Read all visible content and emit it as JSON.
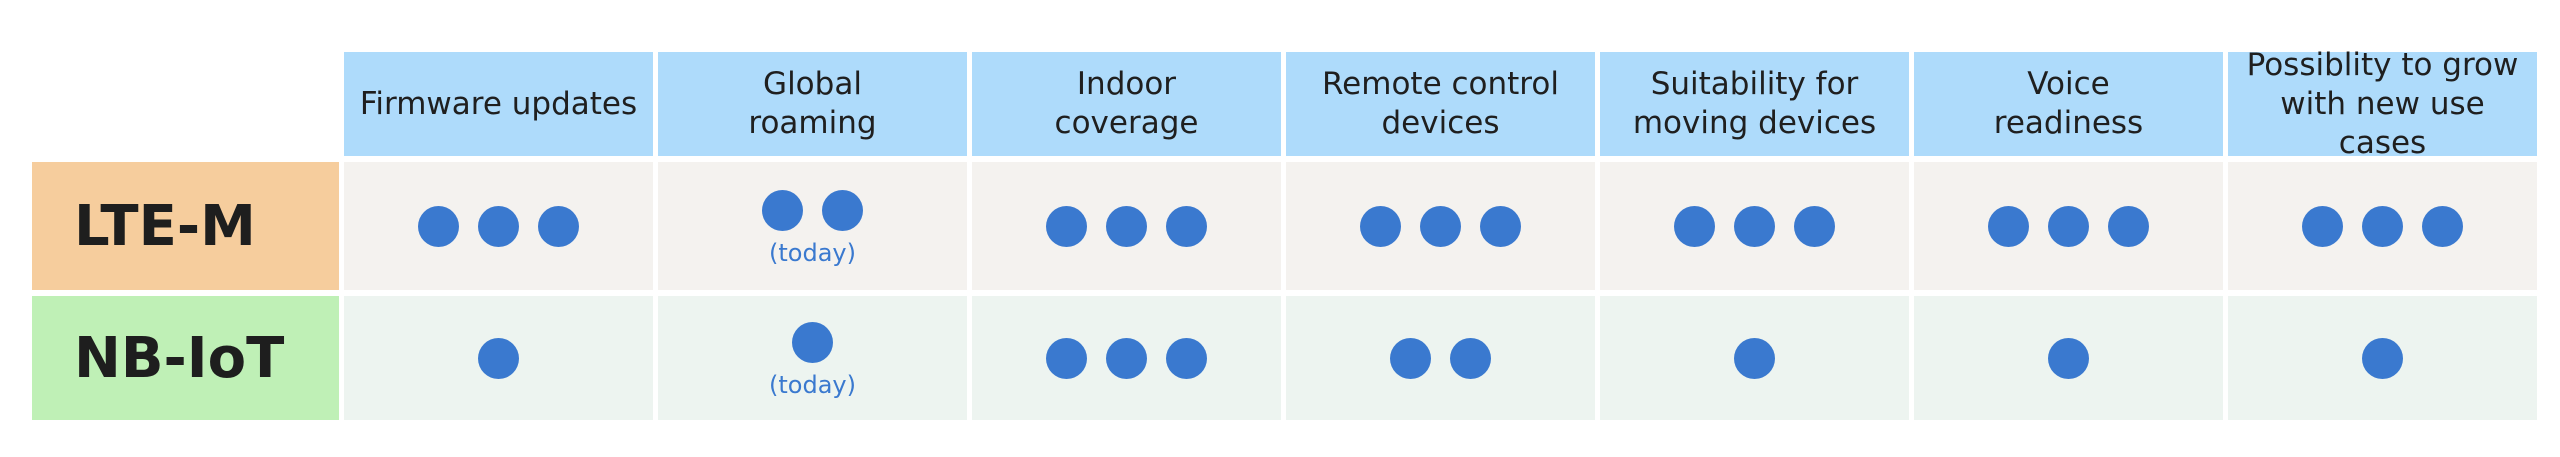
{
  "colors": {
    "header_bg": "#aedbfb",
    "lte_label_bg": "#f6cd9d",
    "nb_label_bg": "#bff0b6",
    "lte_cell_bg": "#f4f2ef",
    "nb_cell_bg": "#edf4f0",
    "dot": "#3a79cf",
    "note_text": "#3a79cf"
  },
  "columns": [
    {
      "lines": [
        "Firmware updates"
      ]
    },
    {
      "lines": [
        "Global",
        "roaming"
      ]
    },
    {
      "lines": [
        "Indoor",
        "coverage"
      ]
    },
    {
      "lines": [
        "Remote control",
        "devices"
      ]
    },
    {
      "lines": [
        "Suitability for",
        "moving devices"
      ]
    },
    {
      "lines": [
        "Voice",
        "readiness"
      ]
    },
    {
      "lines": [
        "Possiblity to grow",
        "with new use cases"
      ]
    }
  ],
  "rows": [
    {
      "label": "LTE-M",
      "cells": [
        {
          "dots": 3,
          "note": ""
        },
        {
          "dots": 2,
          "note": "(today)"
        },
        {
          "dots": 3,
          "note": ""
        },
        {
          "dots": 3,
          "note": ""
        },
        {
          "dots": 3,
          "note": ""
        },
        {
          "dots": 3,
          "note": ""
        },
        {
          "dots": 3,
          "note": ""
        }
      ]
    },
    {
      "label": "NB-IoT",
      "cells": [
        {
          "dots": 1,
          "note": ""
        },
        {
          "dots": 1,
          "note": "(today)"
        },
        {
          "dots": 3,
          "note": ""
        },
        {
          "dots": 2,
          "note": ""
        },
        {
          "dots": 1,
          "note": ""
        },
        {
          "dots": 1,
          "note": ""
        },
        {
          "dots": 1,
          "note": ""
        }
      ]
    }
  ]
}
